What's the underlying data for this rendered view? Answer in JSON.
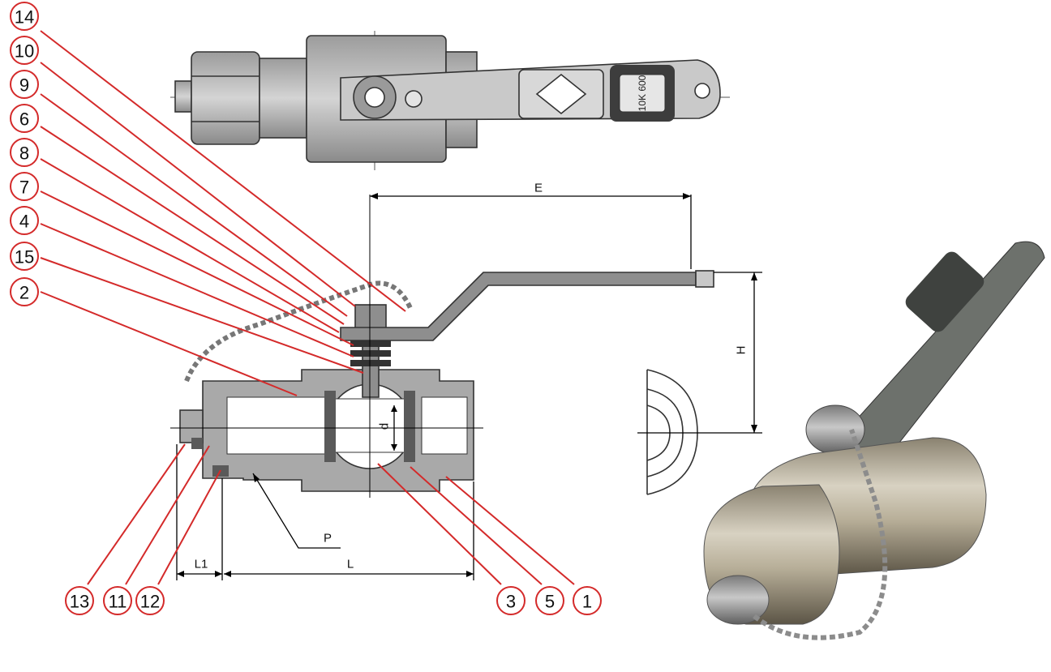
{
  "colors": {
    "callout": "#d42a2a",
    "dimension": "#000000",
    "drawing_fill": "#a9a9a9",
    "drawing_dark": "#5a5a5a",
    "handle_grip": "#4a4d4a"
  },
  "callouts": [
    "14",
    "10",
    "9",
    "6",
    "8",
    "7",
    "4",
    "15",
    "2",
    "13",
    "11",
    "12",
    "3",
    "5",
    "1"
  ],
  "dimensions": {
    "E": "E",
    "H": "H",
    "d": "d",
    "P": "P",
    "L1": "L1",
    "L": "L"
  },
  "top_view": {
    "lever_badge": "10K 600"
  }
}
